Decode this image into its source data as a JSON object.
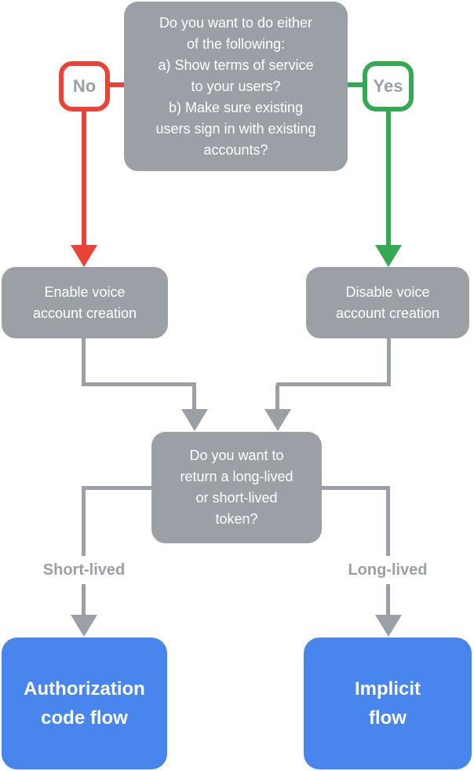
{
  "flowchart": {
    "colors": {
      "background": "#FFFFFF",
      "node_gray": "#9AA0A6",
      "connector_gray": "#9AA0A6",
      "no_red": "#EA4335",
      "yes_green": "#34A853",
      "result_blue": "#4885ED",
      "node_text": "#FFFFFF",
      "label_text": "#9AA0A6",
      "label_bg": "#FFFFFF"
    },
    "nodes": {
      "question_main": "Do you want to do either\nof the following:\na) Show terms of service\nto your users?\nb) Make sure existing\nusers sign in with existing\naccounts?",
      "enable_voice": "Enable voice\naccount creation",
      "disable_voice": "Disable voice\naccount creation",
      "question_token": "Do you want to\nreturn a long-lived\nor short-lived\ntoken?",
      "authorization_code_flow": "Authorization\ncode flow",
      "implicit_flow": "Implicit\nflow"
    },
    "edge_labels": {
      "no": "No",
      "yes": "Yes",
      "short_lived": "Short-lived",
      "long_lived": "Long-lived"
    }
  }
}
